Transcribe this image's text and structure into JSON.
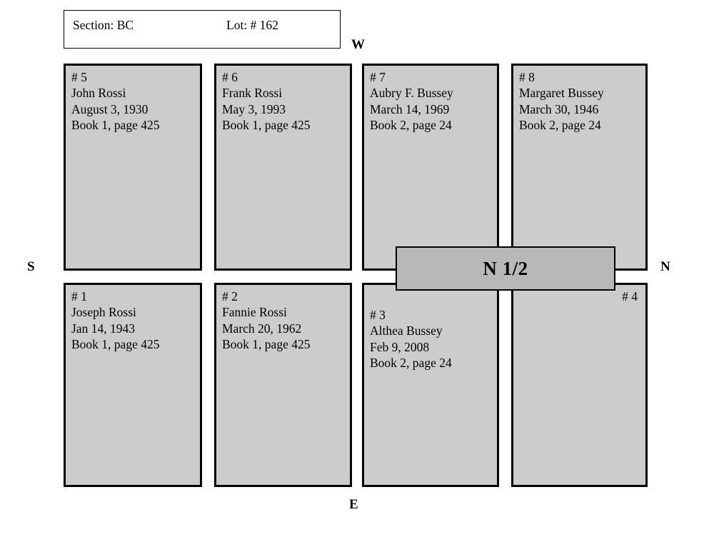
{
  "header": {
    "section_label": "Section:",
    "section_value": "BC",
    "lot_label": "Lot: #",
    "lot_value": "162"
  },
  "compass": {
    "west": "W",
    "north": "N",
    "east": "E",
    "south": "S"
  },
  "banner": {
    "label": "N 1/2"
  },
  "colors": {
    "plot_fill": "#cccccc",
    "banner_fill": "#b8b8b8",
    "border": "#000000",
    "page_background": "#ffffff"
  },
  "plots": [
    {
      "id": "5",
      "number": "# 5",
      "name": "John Rossi",
      "date": "August 3, 1930",
      "reference": "Book 1, page 425"
    },
    {
      "id": "6",
      "number": "# 6",
      "name": "Frank Rossi",
      "date": "May 3, 1993",
      "reference": "Book 1, page 425"
    },
    {
      "id": "7",
      "number": "# 7",
      "name": "Aubry F. Bussey",
      "date": "March 14, 1969",
      "reference": "Book 2, page 24"
    },
    {
      "id": "8",
      "number": "# 8",
      "name": "Margaret Bussey",
      "date": "March 30, 1946",
      "reference": "Book 2, page 24"
    },
    {
      "id": "1",
      "number": "# 1",
      "name": "Joseph Rossi",
      "date": "Jan 14, 1943",
      "reference": "Book 1, page 425"
    },
    {
      "id": "2",
      "number": "# 2",
      "name": "Fannie Rossi",
      "date": "March 20, 1962",
      "reference": "Book 1, page 425"
    },
    {
      "id": "3",
      "number": "# 3",
      "name": "Althea Bussey",
      "date": "Feb 9, 2008",
      "reference": "Book 2, page 24"
    },
    {
      "id": "4",
      "number": "# 4",
      "name": "",
      "date": "",
      "reference": ""
    }
  ]
}
